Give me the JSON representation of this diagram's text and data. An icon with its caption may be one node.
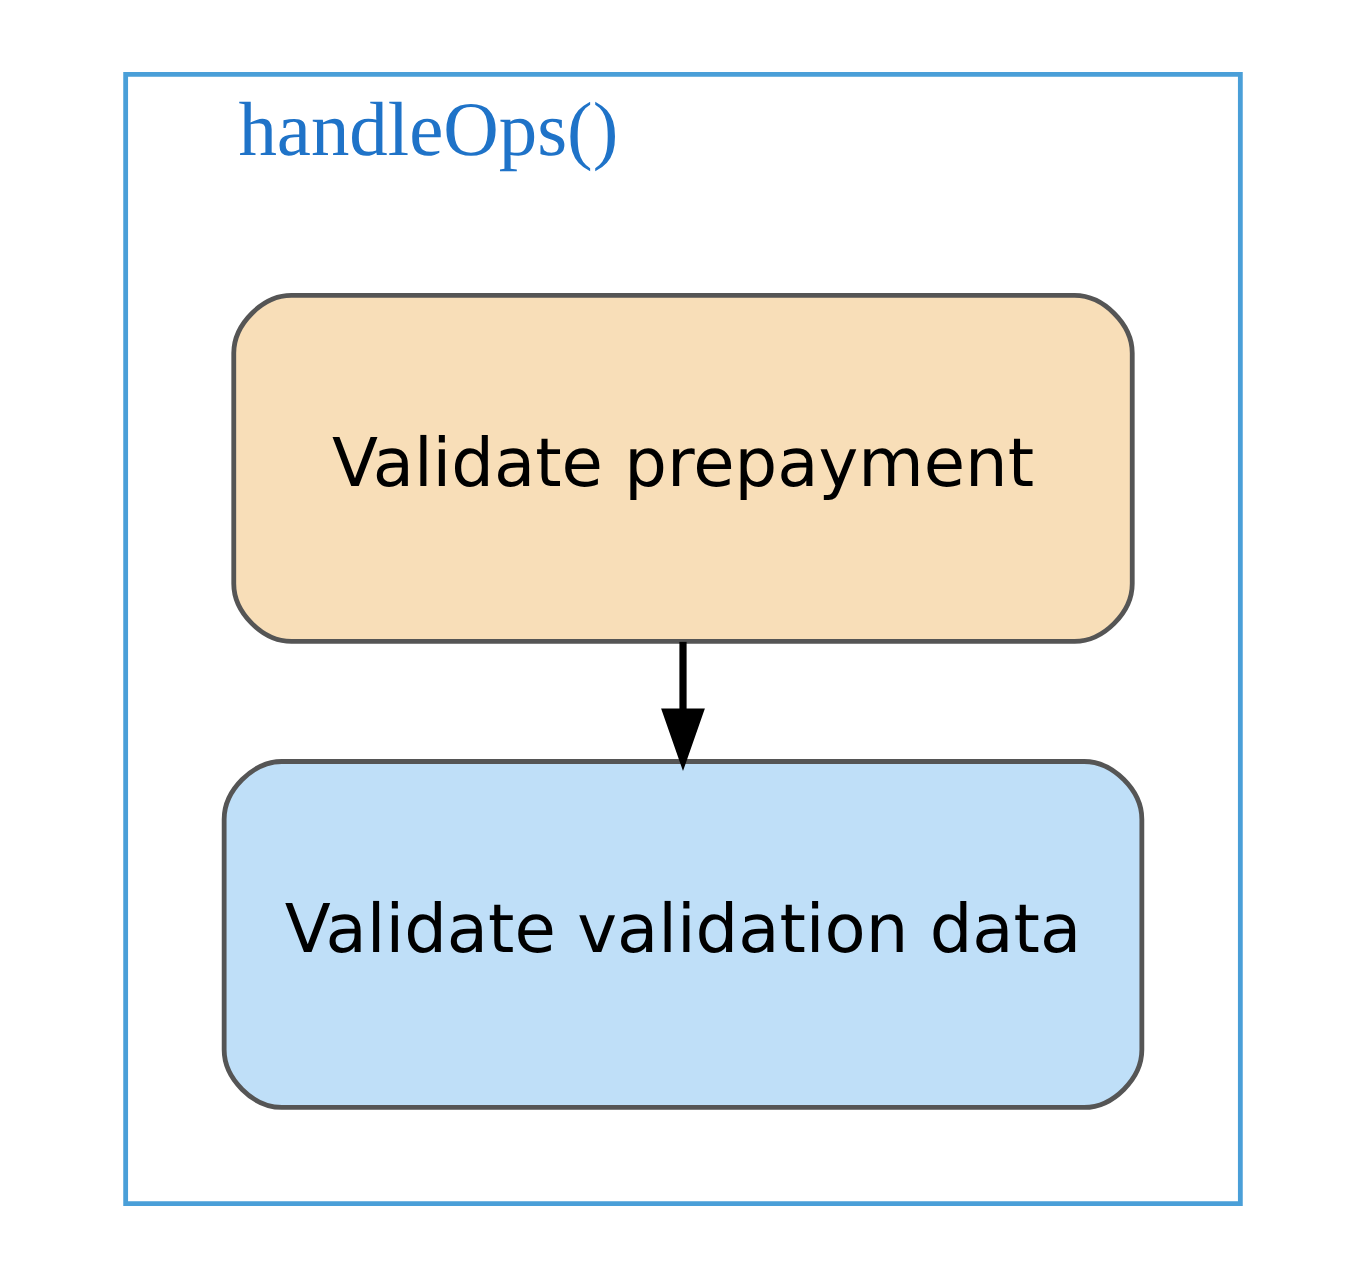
{
  "diagram": {
    "nodes": [
      {
        "text": [
          "handleOps()"
        ]
      },
      {
        "text": [
          "Validate prepayment"
        ],
        "in": 0
      },
      {
        "text": [
          "Validate validation data"
        ],
        "in": 0
      }
    ],
    "edges": [
      {
        "from": 1,
        "to": 2,
        "arrow": "to"
      }
    ]
  }
}
